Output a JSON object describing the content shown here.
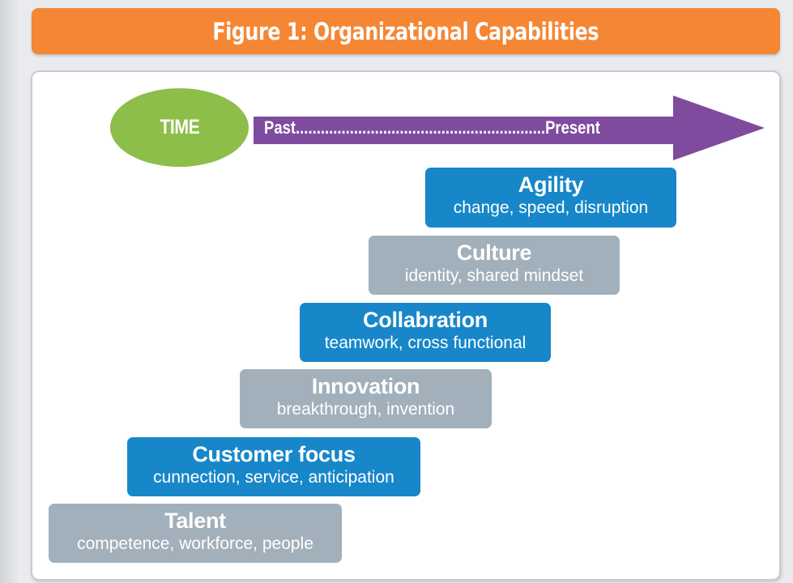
{
  "title": "Figure 1: Organizational Capabilities",
  "time_label": "TIME",
  "arrow_label": "Past............................................................Present",
  "colors": {
    "banner": "#f58634",
    "ellipse": "#8cbe49",
    "arrow": "#7f4b9e",
    "blue_box": "#1787c9",
    "gray_box": "#a2b0bb"
  },
  "steps": [
    {
      "title": "Agility",
      "subtitle": "change, speed, disruption",
      "color": "blue"
    },
    {
      "title": "Culture",
      "subtitle": "identity, shared mindset",
      "color": "gray"
    },
    {
      "title": "Collabration",
      "subtitle": "teamwork, cross functional",
      "color": "blue"
    },
    {
      "title": "Innovation",
      "subtitle": "breakthrough, invention",
      "color": "gray"
    },
    {
      "title": "Customer focus",
      "subtitle": "cunnection, service, anticipation",
      "color": "blue"
    },
    {
      "title": "Talent",
      "subtitle": "competence, workforce, people",
      "color": "gray"
    }
  ]
}
